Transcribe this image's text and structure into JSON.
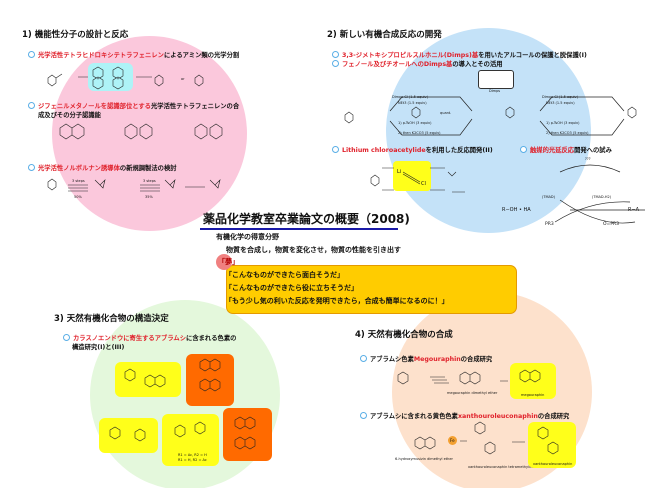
{
  "title": "薬品化学教室卒業論文の概要（2008)",
  "subtitle": "有機化学の得意分野",
  "tagline": "物質を合成し，物質を変化させ，物質の性能を引き出す",
  "dream": {
    "badge": "「夢」",
    "lines": [
      "「こんなものができたら面白そうだ」",
      "「こんなものができたら役に立ちそうだ」",
      "「もう少し気の利いた反応を発明できたら，合成も簡単になるのに！」"
    ]
  },
  "sections": [
    {
      "title": "1) 機能性分子の設計と反応",
      "bullets": [
        {
          "red": "光学活性テトラヒドロキシテトラフェニレン",
          "rest": "によるアミン類の光学分割"
        },
        {
          "red": "ジフェニルメタノールを認識部位とする",
          "rest": "光学活性テトラフェニレンの合",
          "line2": "成及びその分子認識能"
        },
        {
          "red": "光学活性ノルボルナン誘導体",
          "rest": "の新規調製法の検討"
        }
      ],
      "labels": {
        "steps1": "3 steps",
        "yield1": "50%",
        "steps2": "3 steps",
        "yield2": "35%",
        "or": "or"
      }
    },
    {
      "title": "2) 新しい有機合成反応の開発",
      "bullets": [
        {
          "red": "3,3-ジメトキシプロピルスルホニル(Dimps)基",
          "rest": "を用いたアルコールの保護と脱保護(I)"
        },
        {
          "red": "フェノール及びチオールへのDimps基",
          "rest": "の導入とその活用"
        },
        {
          "red": "Lithium chloroacetylide",
          "rest": "を利用した反応開発(II)"
        },
        {
          "red": "触媒的光延反応",
          "rest": "開発への試み"
        }
      ],
      "labels": {
        "dimps": "Dimps",
        "dimps_cl": "Dimps-Cl (1.5 equiv)",
        "net3": "NEt3 (1.5 equiv)",
        "quant": "quant.",
        "deprot": "1) p-TsOH (3 equiv)",
        "deprot2": "2) then K2CO3 (5 equiv)",
        "qqq": "???",
        "roh": "R−OH  •  HA",
        "ra": "R−A",
        "pr3": "PR3",
        "opr3": "O=PR3",
        "tmad": "(TMAD)",
        "tmadh": "(TMAD-H2)",
        "li": "Li",
        "cl": "Cl"
      }
    },
    {
      "title": "3) 天然有機化合物の構造決定",
      "bullets": [
        {
          "red": "カラスノエンドウに寄生するアブラムシ",
          "rest": "に含まれる色素の",
          "line2": "構造研究(I)と(III)"
        }
      ],
      "labels": {
        "r1": "R1 = Ac, R2 = H",
        "r2": "R1 = H, R2 = Ac"
      }
    },
    {
      "title": "4) 天然有機化合物の合成",
      "bullets": [
        {
          "red": "Megouraphin",
          "pre": "アブラムシ色素",
          "rest": "の合成研究"
        },
        {
          "red": "xanthouroleuconaphin",
          "pre": "アブラムシに含まれる黄色色素",
          "rest": "の合成研究"
        }
      ],
      "labels": {
        "ether": "megouraphin dimethyl ether",
        "meg": "megouraphin",
        "hydroxy": "6-hydroxymusizin dimethyl ether",
        "tme": "xanthouroleuconaphin tetramethylether",
        "xan": "xanthouroleuconaphin",
        "fe": "Fe"
      }
    }
  ],
  "colors": {
    "pink": "#fbc8dc",
    "blue": "#c4e2f8",
    "green": "#e4f8dc",
    "peach": "#fde1cc",
    "red": "#e0202a",
    "yellow_box": "#ffcc00"
  }
}
